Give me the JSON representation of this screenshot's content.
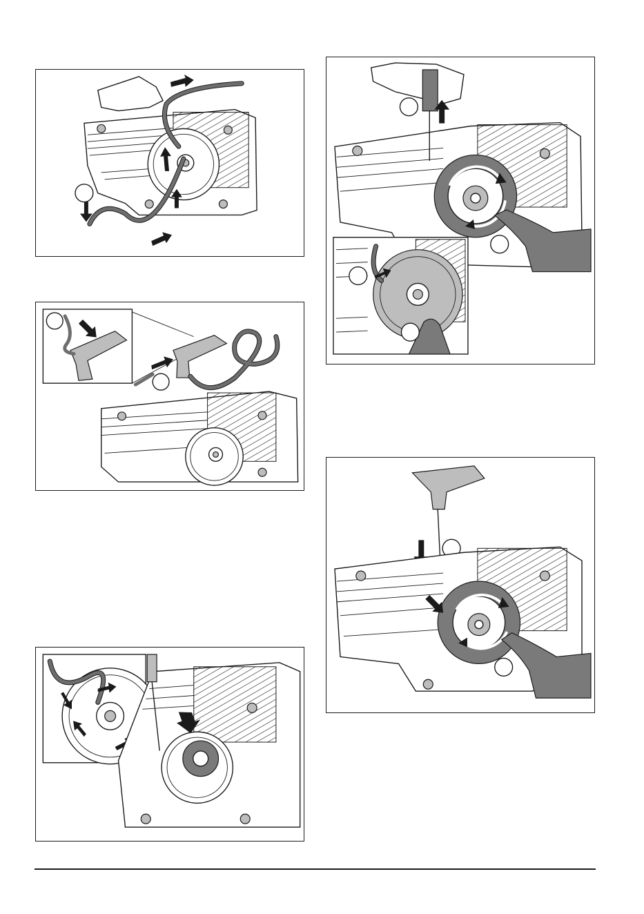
{
  "figures": [
    {
      "id": "fig-1",
      "callouts": 1
    },
    {
      "id": "fig-2",
      "callouts": 2
    },
    {
      "id": "fig-3",
      "callouts": 0
    },
    {
      "id": "fig-4",
      "callouts": 4
    },
    {
      "id": "fig-5",
      "callouts": 2
    }
  ],
  "colors": {
    "line": "#1a1a1a",
    "cord": "#6e6e6e",
    "glove": "#7a7a7a",
    "background": "#ffffff"
  },
  "icons": [
    "arrow-icon",
    "rotation-arrow-icon",
    "hand-glove-icon",
    "screwdriver-icon",
    "starter-handle-icon",
    "callout-circle-icon"
  ]
}
